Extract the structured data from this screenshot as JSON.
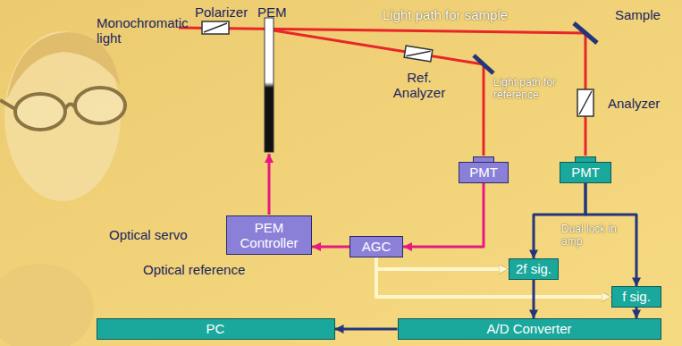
{
  "diagram": {
    "nodes": [
      {
        "text": [
          "PMT"
        ]
      },
      {
        "text": [
          "PMT"
        ]
      },
      {
        "text": [
          "PEM Controller"
        ]
      },
      {
        "text": [
          "AGC"
        ]
      },
      {
        "text": [
          "2f sig."
        ]
      },
      {
        "text": [
          "f sig."
        ]
      },
      {
        "text": [
          "PC"
        ]
      },
      {
        "text": [
          "A/D Converter"
        ]
      }
    ],
    "edges": [
      {
        "from": 0,
        "to": 3,
        "arrow": "to"
      },
      {
        "from": 3,
        "to": 2,
        "arrow": "to"
      },
      {
        "from": 3,
        "to": 4,
        "arrow": "to"
      },
      {
        "from": 3,
        "to": 5,
        "arrow": "to"
      },
      {
        "from": 1,
        "to": 4,
        "arrow": "to"
      },
      {
        "from": 1,
        "to": 5,
        "arrow": "to"
      },
      {
        "from": 4,
        "to": 7,
        "arrow": "to"
      },
      {
        "from": 5,
        "to": 7,
        "arrow": "to"
      },
      {
        "from": 7,
        "to": 6,
        "arrow": "to"
      }
    ],
    "labels": [
      "Monochromatic light",
      "Polarizer",
      "PEM",
      "Light path for sample",
      "Sample",
      "Ref. Analyzer",
      "Light path for reference",
      "Analyzer",
      "Optical servo",
      "Optical reference",
      "Dual lock in amp"
    ]
  }
}
